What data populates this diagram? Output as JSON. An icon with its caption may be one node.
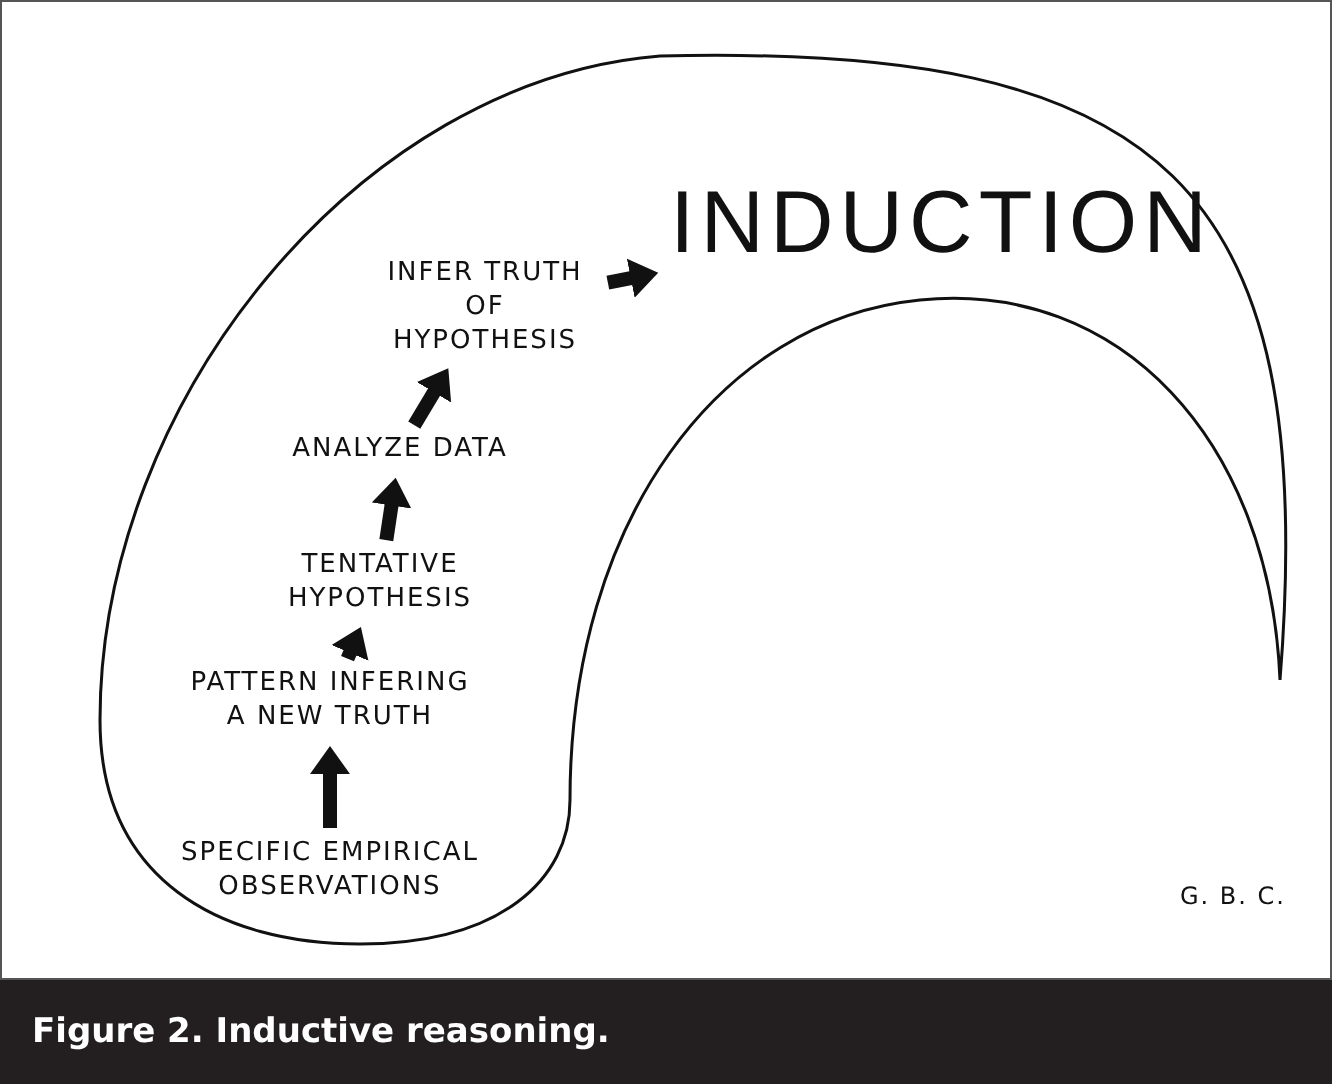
{
  "diagram": {
    "caption": "Figure 2. Inductive reasoning.",
    "nodes": [
      {
        "text": [
          "SPECIFIC EMPIRICAL OBSERVATIONS"
        ]
      },
      {
        "text": [
          "PATTERN INFERING A NEW TRUTH"
        ]
      },
      {
        "text": [
          "TENTATIVE HYPOTHESIS"
        ]
      },
      {
        "text": [
          "ANALYZE DATA"
        ]
      },
      {
        "text": [
          "INFER TRUTH OF HYPOTHESIS"
        ]
      },
      {
        "text": [
          "INDUCTION"
        ]
      }
    ],
    "edges": [
      {
        "from": 0,
        "to": 1,
        "arrow": "to"
      },
      {
        "from": 1,
        "to": 2,
        "arrow": "to"
      },
      {
        "from": 2,
        "to": 3,
        "arrow": "to"
      },
      {
        "from": 3,
        "to": 4,
        "arrow": "to"
      },
      {
        "from": 4,
        "to": 5,
        "arrow": "to"
      }
    ],
    "labels": [
      "G. B. C."
    ]
  }
}
